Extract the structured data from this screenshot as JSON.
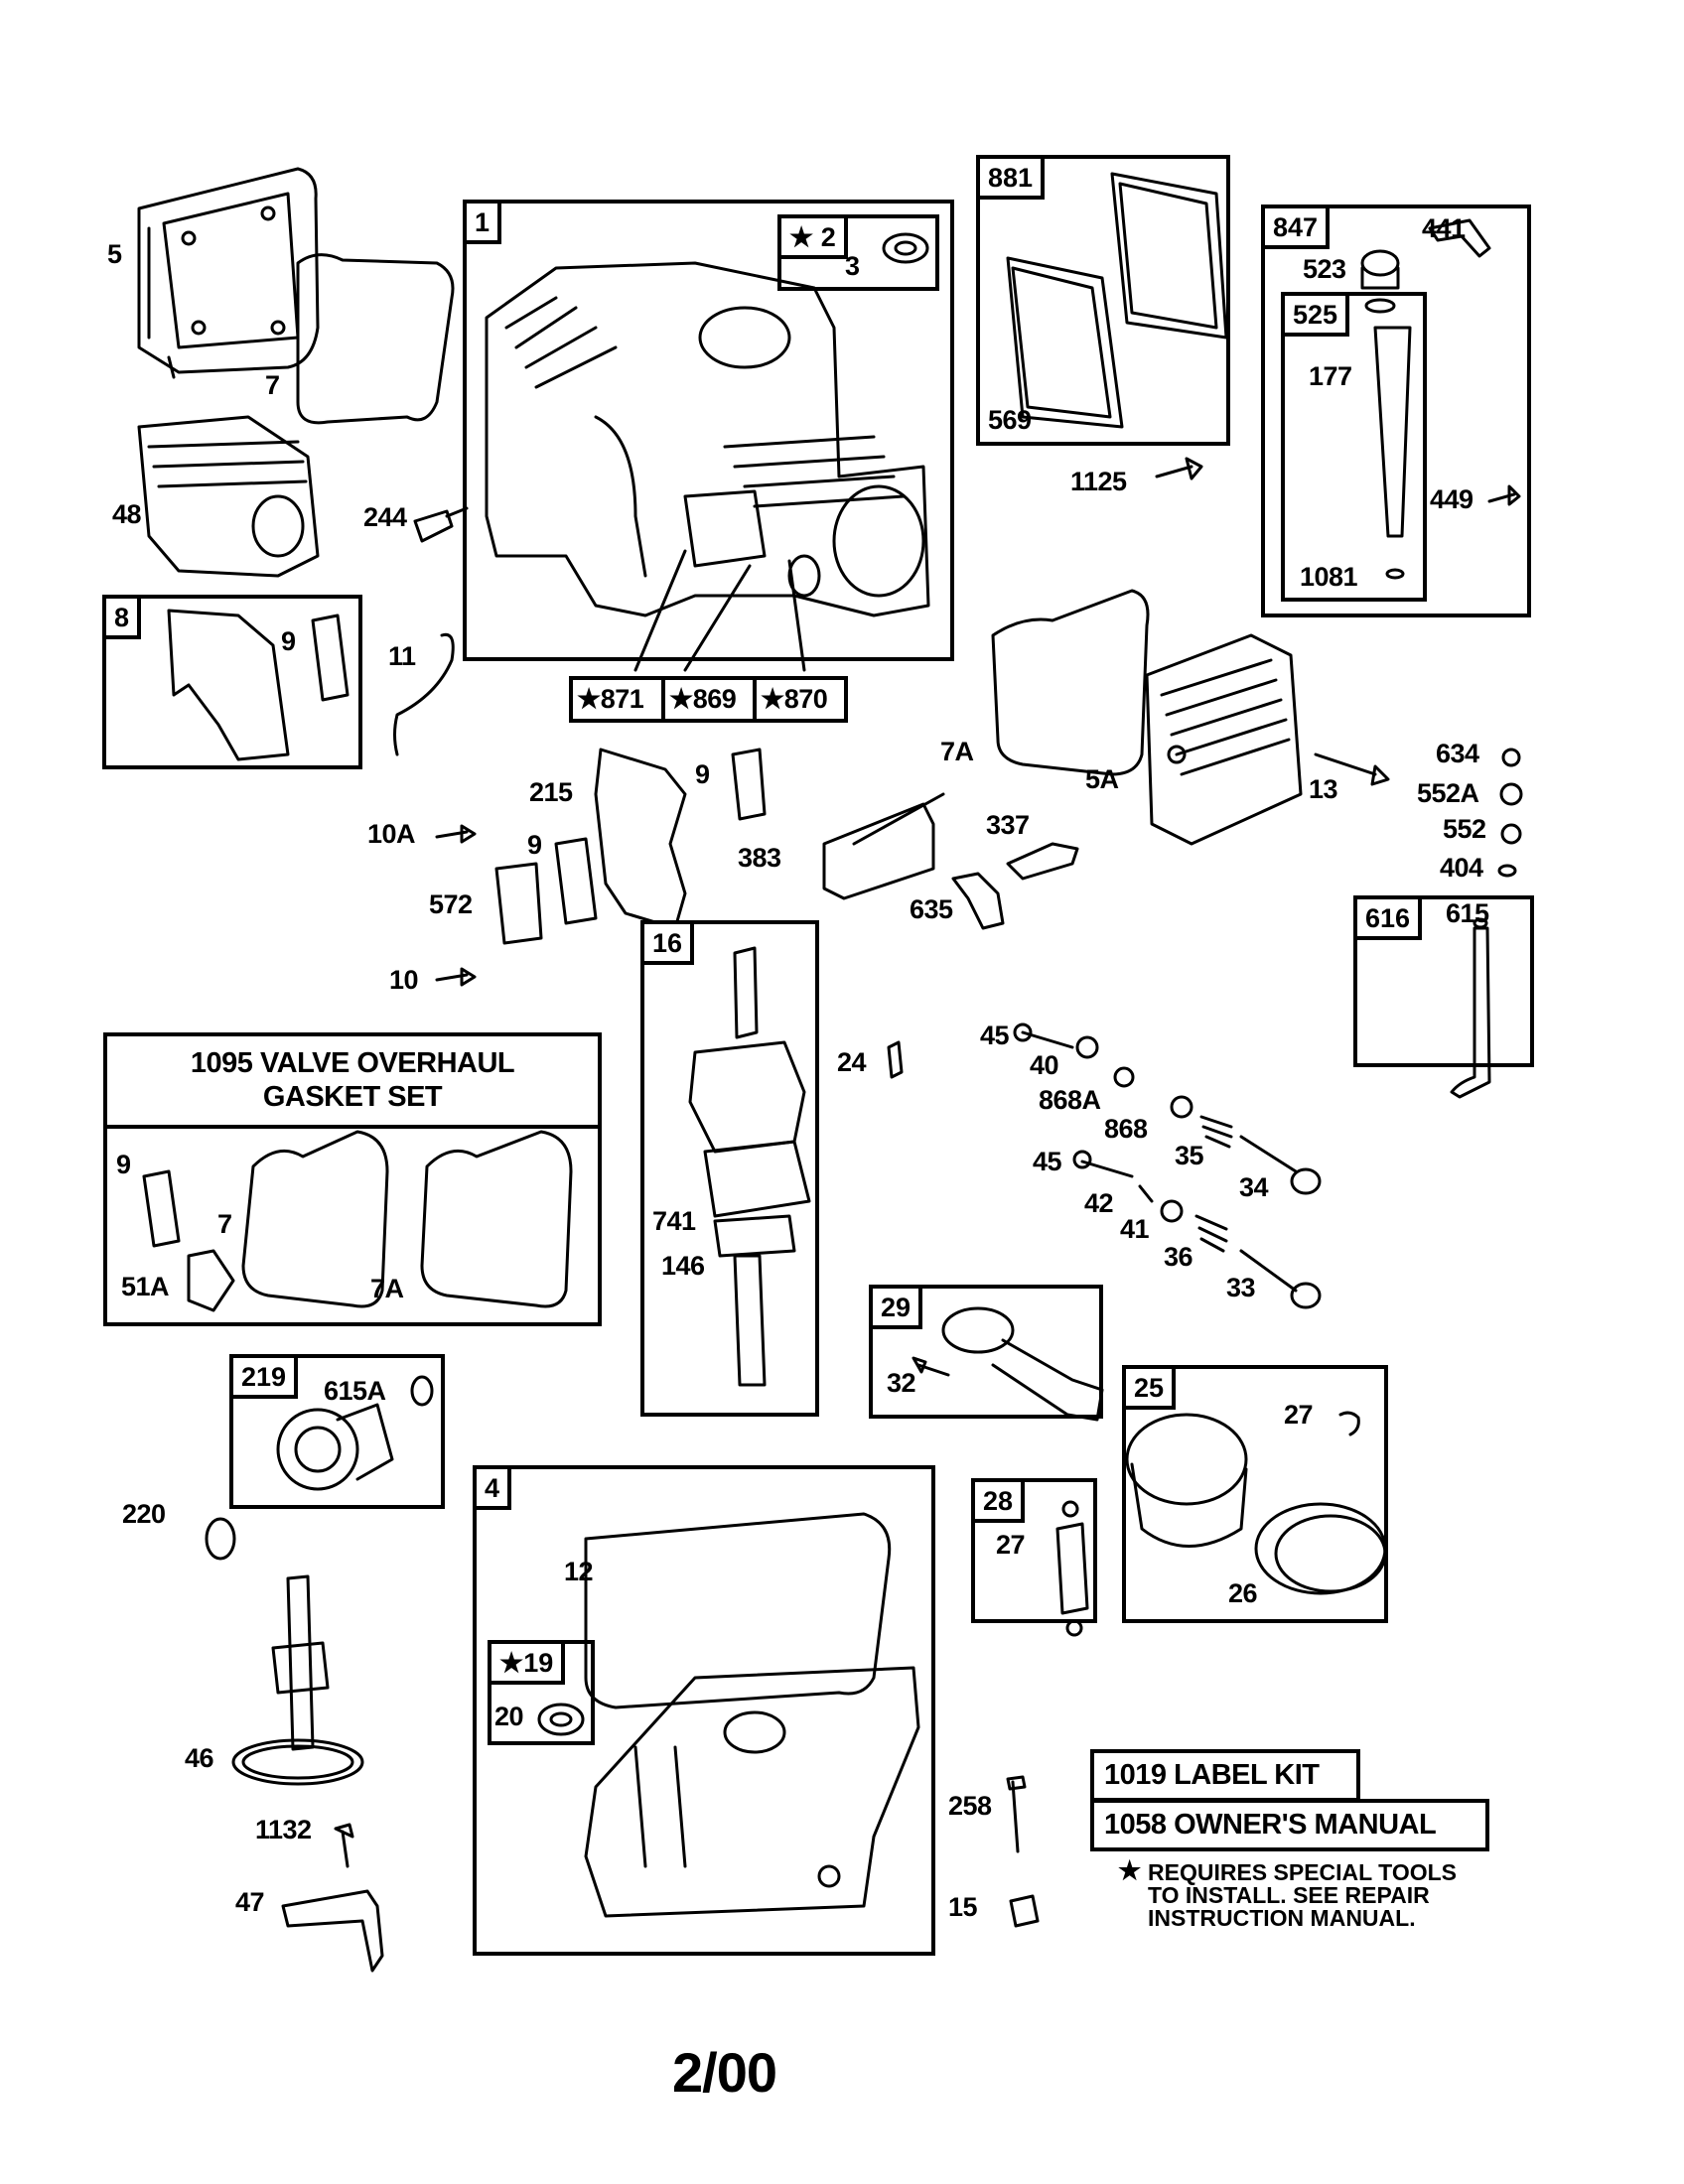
{
  "diagram": {
    "footer_date": "2/00",
    "note_star": "★",
    "note_lines": [
      "REQUIRES SPECIAL TOOLS",
      "TO INSTALL.  SEE REPAIR",
      "INSTRUCTION MANUAL."
    ],
    "kits": {
      "label_kit": "1019 LABEL KIT",
      "owners_manual": "1058 OWNER'S MANUAL",
      "gasket_set_title_line1": "1095 VALVE OVERHAUL",
      "gasket_set_title_line2": "GASKET SET"
    },
    "box_tags": {
      "b1": "1",
      "b2": "★ 2",
      "b881": "881",
      "b847": "847",
      "b525": "525",
      "b8": "8",
      "b616": "616",
      "b16": "16",
      "b29": "29",
      "b25": "25",
      "b219": "219",
      "b4": "4",
      "b19": "★19",
      "b28": "28",
      "k871": "★871",
      "k869": "★869",
      "k870": "★870"
    },
    "part_labels": {
      "p5": "5",
      "p7": "7",
      "p48": "48",
      "p244": "244",
      "p3": "3",
      "p569": "569",
      "p1125": "1125",
      "p441": "441",
      "p523": "523",
      "p177": "177",
      "p449": "449",
      "p1081": "1081",
      "p9a": "9",
      "p11": "11",
      "p7A": "7A",
      "p634": "634",
      "p552A": "552A",
      "p552": "552",
      "p404": "404",
      "p5A": "5A",
      "p13": "13",
      "p215": "215",
      "p9b": "9",
      "p10A": "10A",
      "p9c": "9",
      "p572": "572",
      "p10": "10",
      "p383": "383",
      "p337": "337",
      "p635": "635",
      "p615": "615",
      "p24": "24",
      "p741": "741",
      "p146": "146",
      "p45a": "45",
      "p40": "40",
      "p868A": "868A",
      "p868": "868",
      "p35": "35",
      "p34": "34",
      "p45b": "45",
      "p42": "42",
      "p41": "41",
      "p36": "36",
      "p33": "33",
      "g9": "9",
      "g7": "7",
      "g51A": "51A",
      "g7A": "7A",
      "p615A": "615A",
      "p32": "32",
      "p27a": "27",
      "p26": "26",
      "p27b": "27",
      "p220": "220",
      "p12": "12",
      "p20": "20",
      "p258": "258",
      "p15": "15",
      "p46": "46",
      "p1132": "1132",
      "p47": "47"
    }
  }
}
